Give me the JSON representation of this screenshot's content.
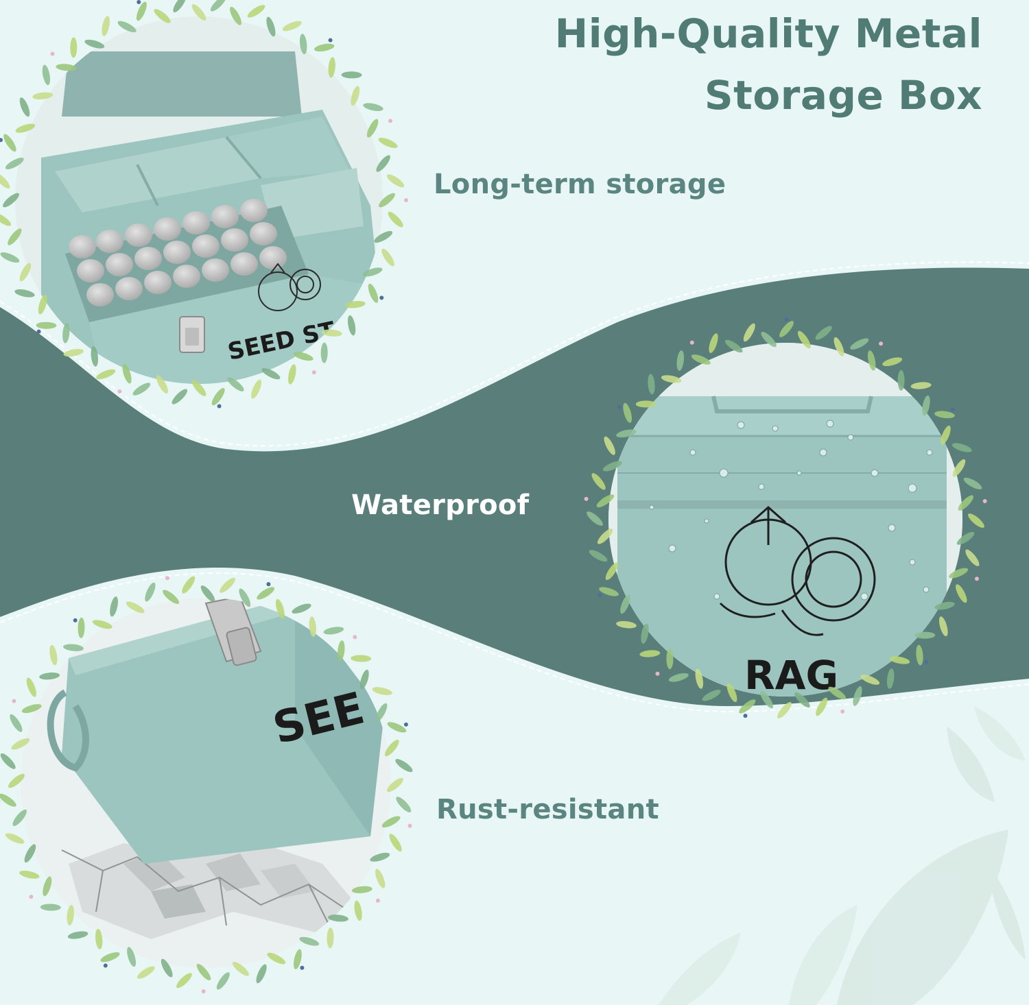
{
  "header": {
    "title_line1": "High-Quality Metal",
    "title_line2": "Storage Box"
  },
  "features": [
    {
      "label": "Long-term storage",
      "icon": "seed-vial-organizer"
    },
    {
      "label": "Waterproof",
      "icon": "water-droplets"
    },
    {
      "label": "Rust-resistant",
      "icon": "cracked-ground"
    }
  ],
  "photos": {
    "top": {
      "box_text": "SEED STORA"
    },
    "middle": {
      "box_text": "RAG"
    },
    "bottom": {
      "box_text": "SEE"
    }
  },
  "colors": {
    "background": "#e8f7f6",
    "wave_band": "#5a7e7a",
    "heading": "#517b75",
    "feature_text": "#5a8580",
    "box_teal": "#9cc5c0",
    "vial_cap": "#c9c9c9",
    "leaf_green": "#9cc77d"
  }
}
